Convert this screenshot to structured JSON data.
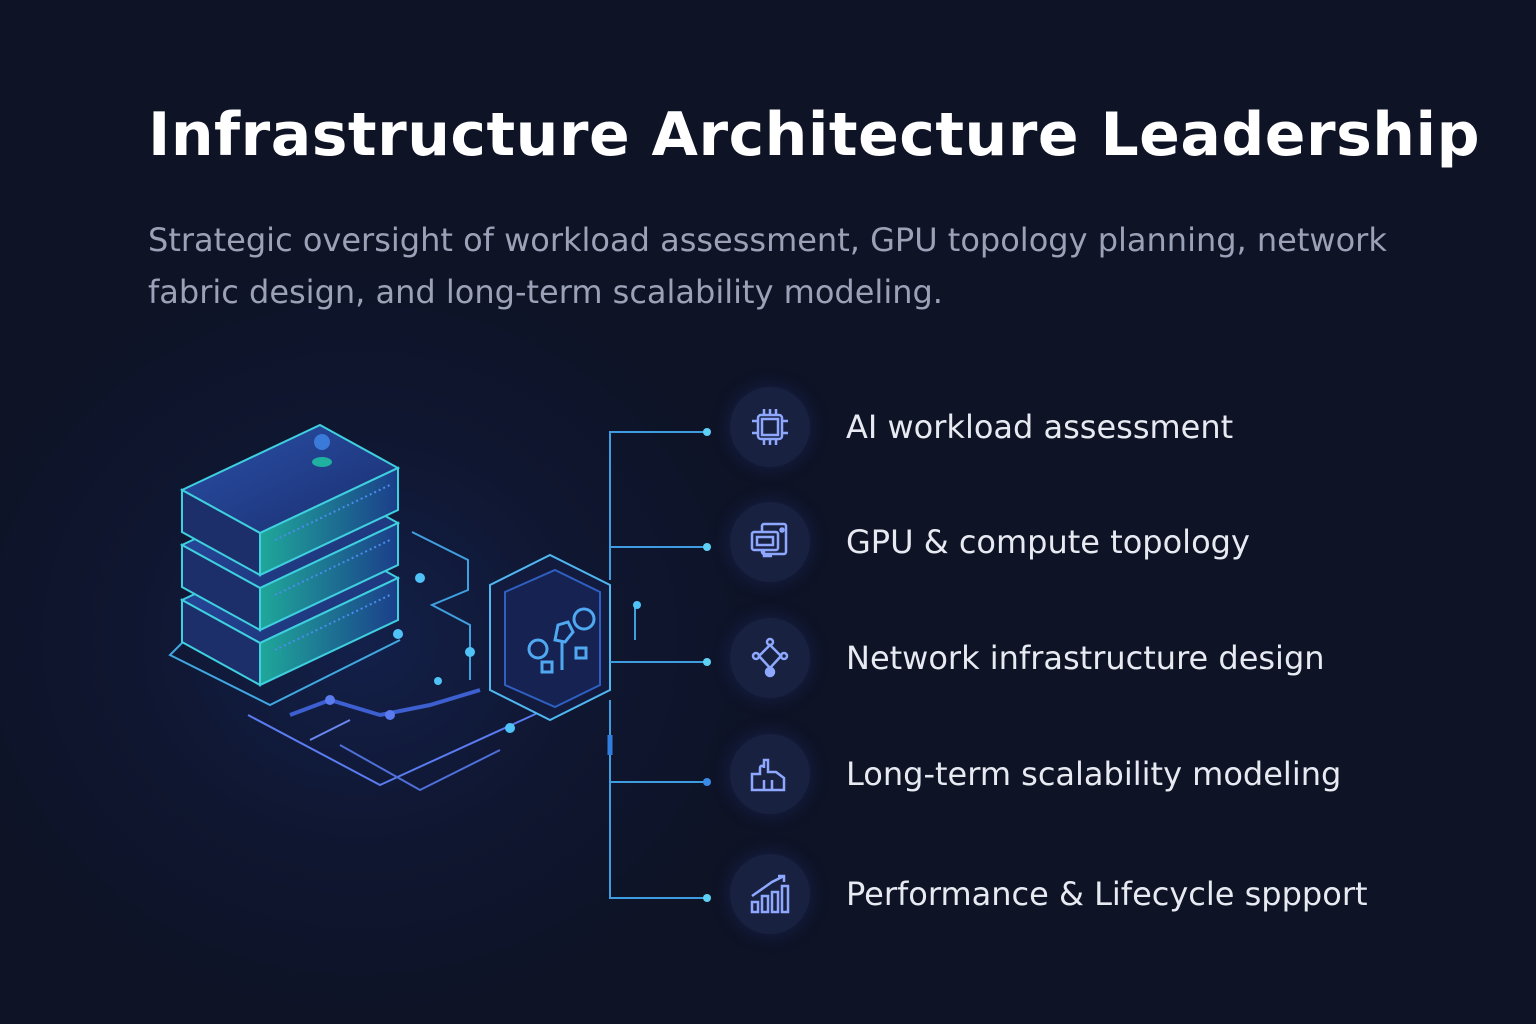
{
  "title": "Infrastructure Architecture Leadership",
  "subtitle": "Strategic oversight of workload assessment, GPU topology planning, network fabric design, and long-term scalability modeling.",
  "items": [
    {
      "label": "AI workload assessment",
      "icon": "cpu-chip-icon"
    },
    {
      "label": "GPU & compute topology",
      "icon": "gpu-cards-icon"
    },
    {
      "label": "Network infrastructure design",
      "icon": "network-nodes-icon"
    },
    {
      "label": "Long-term scalability modeling",
      "icon": "scalability-blocks-icon"
    },
    {
      "label": "Performance & Lifecycle sppport",
      "icon": "growth-chart-icon"
    }
  ],
  "colors": {
    "background": "#0e1326",
    "accent": "#4fc3f7",
    "icon": "#8fa8ff",
    "teal": "#1fa89a"
  }
}
